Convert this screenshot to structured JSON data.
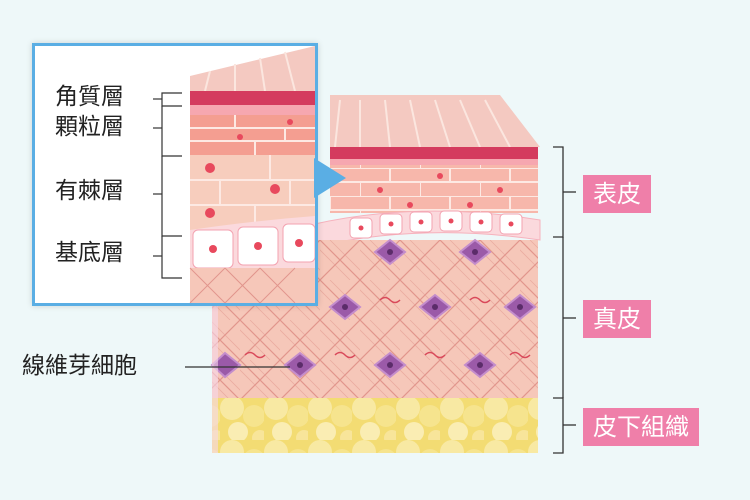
{
  "inset_labels": {
    "stratum_corneum": "角質層",
    "stratum_granulosum": "顆粒層",
    "stratum_spinosum": "有棘層",
    "stratum_basale": "基底層"
  },
  "fiber_label": "線維芽細胞",
  "region_tags": {
    "epidermis": "表皮",
    "dermis": "真皮",
    "subcutaneous": "皮下組織"
  },
  "colors": {
    "background": "#eef8f9",
    "tag_pink": "#ef7fa9",
    "inset_border": "#5aaee4",
    "fibroblast": "#9b5aa8",
    "fat": "#f6e48a",
    "dermis": "#f7c4b8",
    "epidermis_line": "#d43b5e"
  }
}
